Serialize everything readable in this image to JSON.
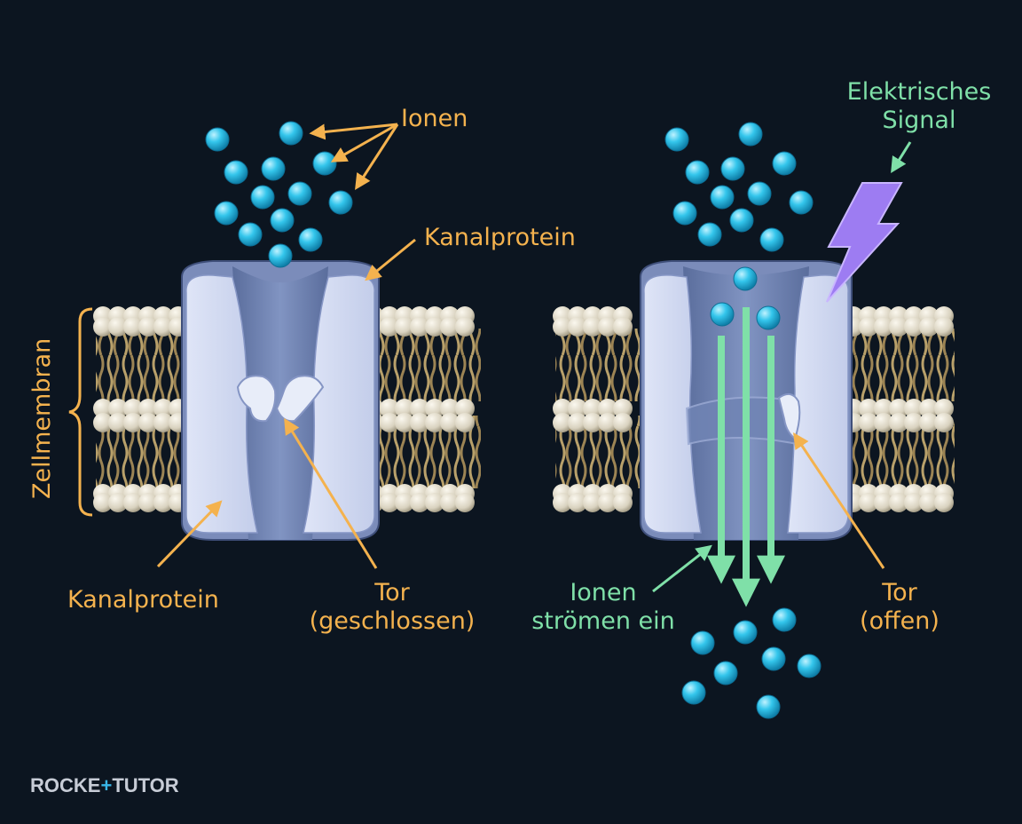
{
  "labels": {
    "ionen": "Ionen",
    "kanalprotein_top": "Kanalprotein",
    "zellmembran": "Zellmembran",
    "kanalprotein_bottom": "Kanalprotein",
    "tor_closed_1": "Tor",
    "tor_closed_2": "(geschlossen)",
    "signal_1": "Elektrisches",
    "signal_2": "Signal",
    "influx_1": "Ionen",
    "influx_2": "strömen ein",
    "tor_open_1": "Tor",
    "tor_open_2": "(offen)"
  },
  "logo": {
    "part1": "ROCKE",
    "plus": "+",
    "part2": "TUTOR"
  },
  "colors": {
    "background": "#0c1520",
    "ion": "#2cc0e8",
    "protein": "#c9d3ef",
    "channel": "#6f81ae",
    "label_orange": "#f4b24e",
    "label_green": "#7fe0a8",
    "lightning": "#9d7cf2",
    "logo_accent": "#38b6e8"
  },
  "icons": [
    "lightning-bolt-icon"
  ]
}
